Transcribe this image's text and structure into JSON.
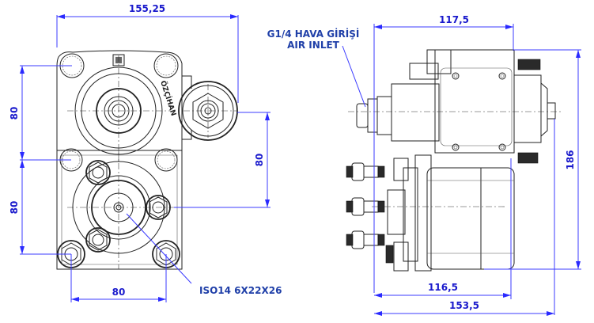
{
  "drawing": {
    "title": "PTO pump technical drawing",
    "brand_mark": "ÖZÇİHAN",
    "accent_color": "#3b3bff",
    "text_color": "#1a1acc",
    "front_view": {
      "dimensions": {
        "overall_width": "155,25",
        "upper_vertical_left": "80",
        "lower_vertical_left": "80",
        "right_vertical": "80",
        "bottom_horizontal": "80"
      },
      "callout_shaft": "ISO14 6X22X26"
    },
    "side_view": {
      "callout_air_line1": "G1/4 HAVA GİRİŞİ",
      "callout_air_line2": "AIR INLET",
      "dimensions": {
        "top_horizontal": "117,5",
        "overall_height": "186",
        "bottom_inner": "116,5",
        "bottom_overall": "153,5"
      }
    }
  }
}
